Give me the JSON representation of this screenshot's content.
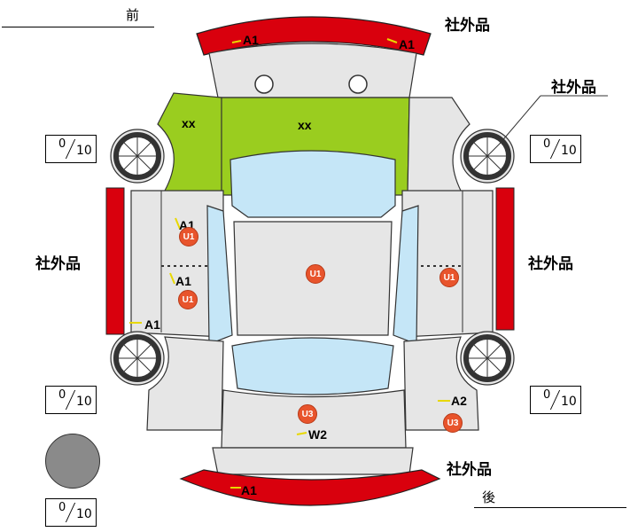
{
  "direction": {
    "front": "前",
    "rear": "後"
  },
  "labels": {
    "aftermarket_front_right": "社外品",
    "aftermarket_mirror_right": "社外品",
    "aftermarket_side_left": "社外品",
    "aftermarket_side_right": "社外品",
    "aftermarket_rear": "社外品"
  },
  "tires": {
    "front_left": {
      "value": "0",
      "max": "10"
    },
    "front_right": {
      "value": "0",
      "max": "10"
    },
    "rear_left": {
      "value": "0",
      "max": "10"
    },
    "rear_right": {
      "value": "0",
      "max": "10"
    },
    "spare": {
      "value": "0",
      "max": "10"
    }
  },
  "damage": {
    "front_bumper_left": "A1",
    "front_bumper_right": "A1",
    "left_front_door": "A1",
    "left_front_door_badge": "U1",
    "left_rear_door": "A1",
    "left_rear_door_badge": "U1",
    "left_rocker": "A1",
    "roof_badge": "U1",
    "right_rear_door_badge": "U1",
    "right_quarter": "A2",
    "right_quarter_badge": "U3",
    "trunk_badge": "U3",
    "trunk": "W2",
    "rear_bumper": "A1",
    "left_fender": "xx",
    "hood": "xx"
  },
  "colors": {
    "bumper_red": "#d9000d",
    "hood_green": "#9acd1f",
    "glass_blue": "#c5e6f7",
    "body_gray": "#e6e6e6",
    "badge_orange": "#e8542c",
    "mark_yellow": "#e8d800"
  }
}
